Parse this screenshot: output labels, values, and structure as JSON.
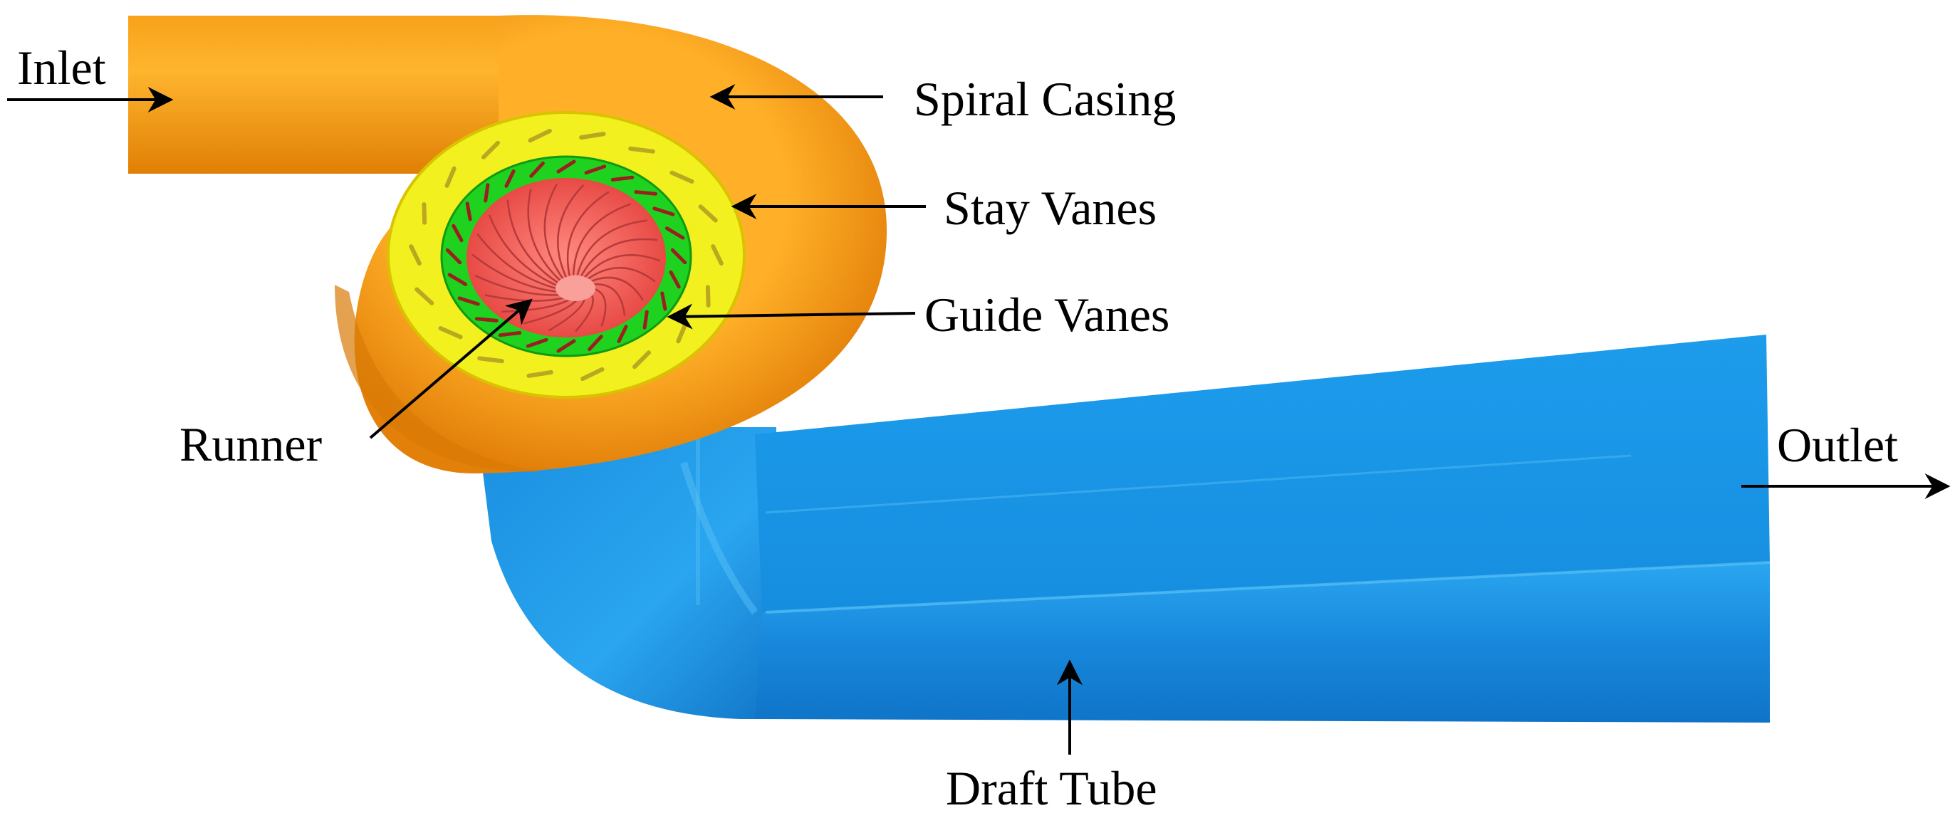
{
  "labels": {
    "inlet": "Inlet",
    "spiral_casing": "Spiral Casing",
    "stay_vanes": "Stay Vanes",
    "guide_vanes": "Guide Vanes",
    "runner": "Runner",
    "outlet": "Outlet",
    "draft_tube": "Draft Tube"
  },
  "colors": {
    "spiral_casing": "#f5a016",
    "stay_vanes": "#f3f020",
    "guide_vanes": "#1fd21f",
    "runner": "#f0605a",
    "draft_tube": "#1a9ae8",
    "arrow": "#000000"
  }
}
